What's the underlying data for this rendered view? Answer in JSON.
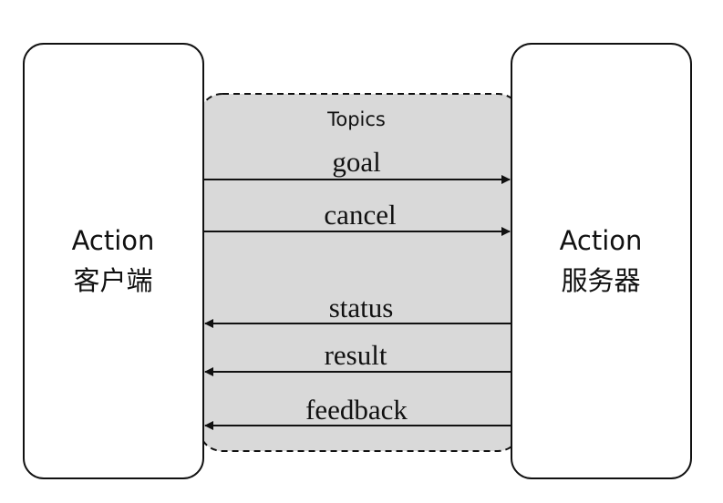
{
  "client": {
    "line1": "Action",
    "line2": "客户端"
  },
  "server": {
    "line1": "Action",
    "line2": "服务器"
  },
  "topics": {
    "label": "Topics"
  },
  "messages": [
    {
      "label": "goal",
      "direction": "client-to-server"
    },
    {
      "label": "cancel",
      "direction": "client-to-server"
    },
    {
      "label": "status",
      "direction": "server-to-client"
    },
    {
      "label": "result",
      "direction": "server-to-client"
    },
    {
      "label": "feedback",
      "direction": "server-to-client"
    }
  ],
  "colors": {
    "topics_fill": "#d9d9d9",
    "stroke": "#111111",
    "node_fill": "#ffffff"
  }
}
